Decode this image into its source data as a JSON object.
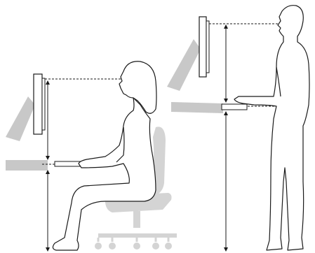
{
  "figure": {
    "scenes": [
      {
        "id": "seated",
        "elements": [
          "monitor",
          "monitor-arm",
          "eye-level-guide",
          "desk-surface",
          "keyboard",
          "desk-level-guide",
          "vertical-height-arrow",
          "chair",
          "seated-person"
        ]
      },
      {
        "id": "standing",
        "elements": [
          "monitor",
          "monitor-arm",
          "eye-level-guide",
          "desk-surface",
          "keyboard",
          "desk-level-guide",
          "vertical-height-arrow",
          "standing-person"
        ]
      }
    ],
    "colors": {
      "background": "#ffffff",
      "line": "#1a1a1a",
      "fill-gray": "#c8c8c8",
      "chair-gray": "#d4d4d4"
    }
  }
}
